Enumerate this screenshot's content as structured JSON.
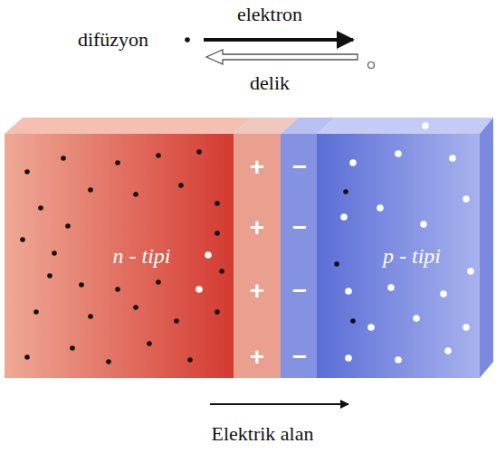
{
  "diagram": {
    "nodes": [
      {
        "text": [
          "n - tipi"
        ]
      },
      {
        "text": [
          "p - tipi"
        ]
      }
    ],
    "labels": [
      "elektron",
      "difüzyon",
      "delik",
      "+",
      "+",
      "+",
      "+",
      "−",
      "−",
      "−",
      "−",
      "Elektrik alan"
    ]
  }
}
